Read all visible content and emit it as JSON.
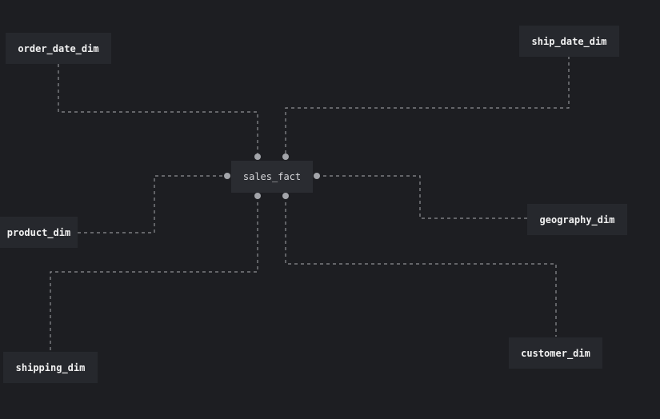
{
  "diagram": {
    "type": "star-schema",
    "fact": {
      "label": "sales_fact"
    },
    "dimensions": {
      "order_date_dim": {
        "label": "order_date_dim"
      },
      "ship_date_dim": {
        "label": "ship_date_dim"
      },
      "product_dim": {
        "label": "product_dim"
      },
      "geography_dim": {
        "label": "geography_dim"
      },
      "shipping_dim": {
        "label": "shipping_dim"
      },
      "customer_dim": {
        "label": "customer_dim"
      }
    },
    "edges": [
      {
        "from": "sales_fact",
        "to": "order_date_dim"
      },
      {
        "from": "sales_fact",
        "to": "ship_date_dim"
      },
      {
        "from": "sales_fact",
        "to": "product_dim"
      },
      {
        "from": "sales_fact",
        "to": "geography_dim"
      },
      {
        "from": "sales_fact",
        "to": "shipping_dim"
      },
      {
        "from": "sales_fact",
        "to": "customer_dim"
      }
    ],
    "colors": {
      "background": "#1d1e22",
      "node": "#26282d",
      "text": "#f2f2f2",
      "wire": "#8e9094",
      "anchor": "#a3a5aa"
    }
  }
}
